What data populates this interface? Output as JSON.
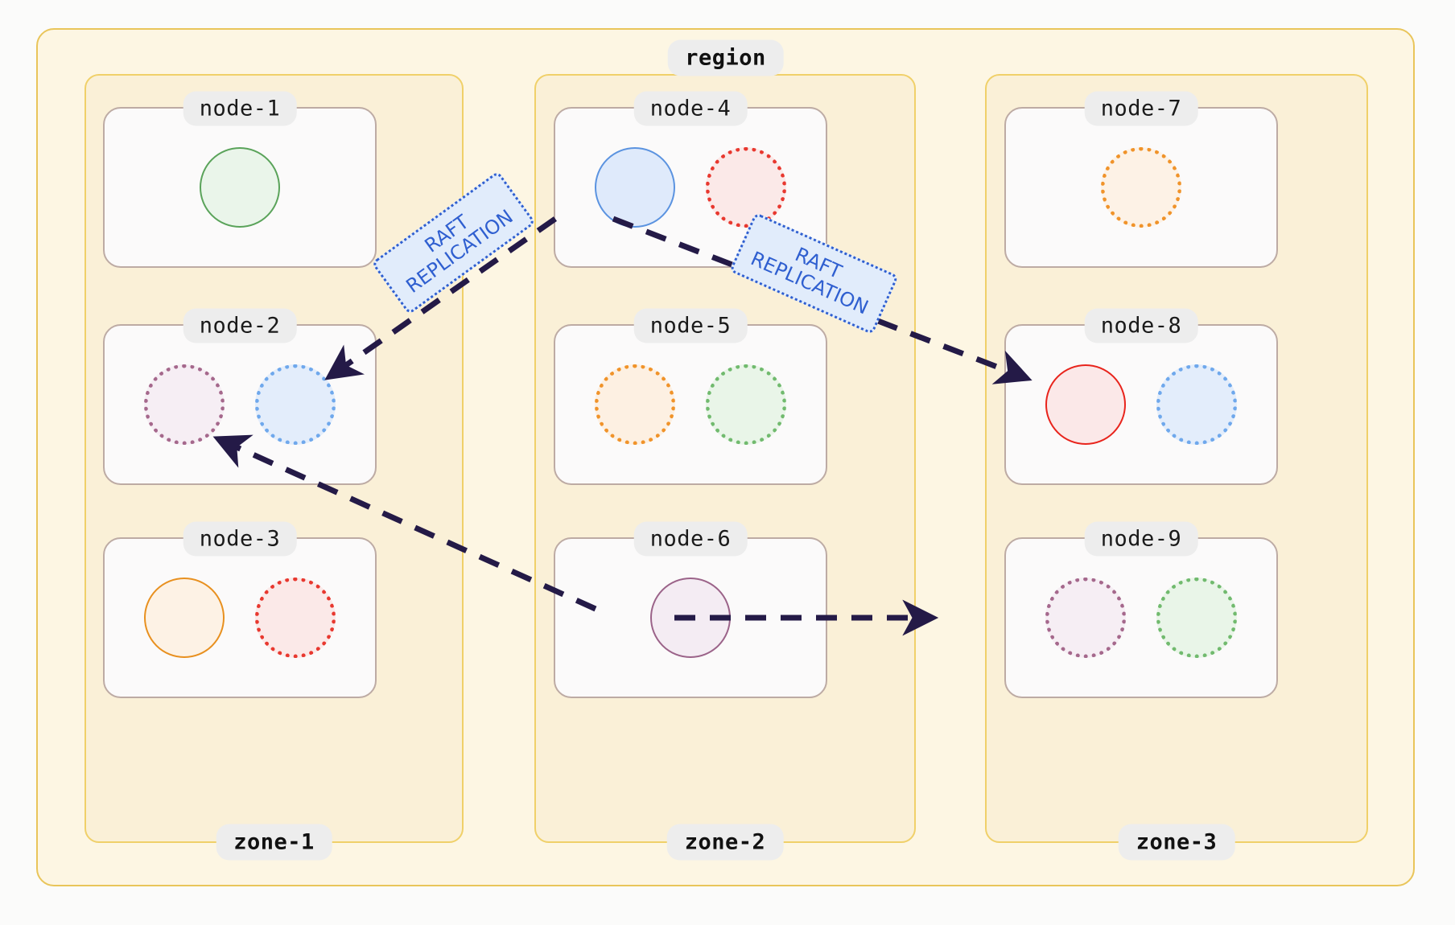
{
  "region": {
    "label": "region",
    "fill": "#fdf6e3",
    "stroke": "#e9c55a"
  },
  "zones": [
    {
      "id": "zone-1",
      "label": "zone-1"
    },
    {
      "id": "zone-2",
      "label": "zone-2"
    },
    {
      "id": "zone-3",
      "label": "zone-3"
    }
  ],
  "zone_style": {
    "fill": "#faf0d7",
    "stroke": "#f0d069"
  },
  "node_style": {
    "fill": "#fbfafa",
    "stroke": "#bdaba4"
  },
  "nodes": [
    {
      "id": "node-1",
      "label": "node-1",
      "zone": "zone-1",
      "row": 1,
      "shards": [
        {
          "name": "shard-green-solid",
          "style": "solid",
          "stroke": "#5aa35a",
          "fill": "#eaf5ea"
        }
      ]
    },
    {
      "id": "node-2",
      "label": "node-2",
      "zone": "zone-1",
      "row": 2,
      "shards": [
        {
          "name": "shard-purple-dotted",
          "style": "dotted",
          "stroke": "#a5688c",
          "fill": "#f6eef4"
        },
        {
          "name": "shard-blue-dotted",
          "style": "dotted",
          "stroke": "#6fa8ec",
          "fill": "#e3edfb"
        }
      ]
    },
    {
      "id": "node-3",
      "label": "node-3",
      "zone": "zone-1",
      "row": 3,
      "shards": [
        {
          "name": "shard-orange-solid",
          "style": "solid",
          "stroke": "#e8901f",
          "fill": "#fdf2e5"
        },
        {
          "name": "shard-red-dotted",
          "style": "dotted",
          "stroke": "#e8382f",
          "fill": "#fbe9e8"
        }
      ]
    },
    {
      "id": "node-4",
      "label": "node-4",
      "zone": "zone-2",
      "row": 1,
      "shards": [
        {
          "name": "shard-blue-solid",
          "style": "solid",
          "stroke": "#5b93e0",
          "fill": "#dfeafb"
        },
        {
          "name": "shard-red-dotted",
          "style": "dotted",
          "stroke": "#e8382f",
          "fill": "#fbe9e8"
        }
      ]
    },
    {
      "id": "node-5",
      "label": "node-5",
      "zone": "zone-2",
      "row": 2,
      "shards": [
        {
          "name": "shard-orange-dotted",
          "style": "dotted",
          "stroke": "#f0932a",
          "fill": "#fdf0e2"
        },
        {
          "name": "shard-green-dotted",
          "style": "dotted",
          "stroke": "#71ba6e",
          "fill": "#e9f5e8"
        }
      ]
    },
    {
      "id": "node-6",
      "label": "node-6",
      "zone": "zone-2",
      "row": 3,
      "shards": [
        {
          "name": "shard-purple-solid",
          "style": "solid",
          "stroke": "#9b6389",
          "fill": "#f4ecf3"
        }
      ]
    },
    {
      "id": "node-7",
      "label": "node-7",
      "zone": "zone-3",
      "row": 1,
      "shards": [
        {
          "name": "shard-orange-dotted",
          "style": "dotted",
          "stroke": "#f0932a",
          "fill": "#fdf2e6"
        }
      ]
    },
    {
      "id": "node-8",
      "label": "node-8",
      "zone": "zone-3",
      "row": 2,
      "shards": [
        {
          "name": "shard-red-solid",
          "style": "solid",
          "stroke": "#e8241c",
          "fill": "#fbe8e8"
        },
        {
          "name": "shard-blue-dotted",
          "style": "dotted",
          "stroke": "#6fa8ec",
          "fill": "#e3edfb"
        }
      ]
    },
    {
      "id": "node-9",
      "label": "node-9",
      "zone": "zone-3",
      "row": 3,
      "shards": [
        {
          "name": "shard-purple-dotted",
          "style": "dotted",
          "stroke": "#a5688c",
          "fill": "#f6eef4"
        },
        {
          "name": "shard-green-dotted",
          "style": "dotted",
          "stroke": "#71ba6e",
          "fill": "#e9f5e8"
        }
      ]
    }
  ],
  "edges": [
    {
      "id": "edge-raft-1",
      "from": "node-4",
      "to": "node-2",
      "label": "RAFT\nREPLICATION",
      "style": "dashed",
      "color": "#241a47"
    },
    {
      "id": "edge-raft-2",
      "from": "node-4",
      "to": "node-8",
      "label": "RAFT\nREPLICATION",
      "style": "dashed",
      "color": "#241a47"
    },
    {
      "id": "edge-node6-node2",
      "from": "node-6",
      "to": "node-2",
      "label": "",
      "style": "dashed",
      "color": "#241a47"
    },
    {
      "id": "edge-node6-node9",
      "from": "node-6",
      "to": "node-9",
      "label": "",
      "style": "dashed",
      "color": "#241a47"
    }
  ],
  "edge_label_style": {
    "fill": "#e1ecfb",
    "stroke": "#2f5fd0",
    "text": "#2f5fd0"
  }
}
